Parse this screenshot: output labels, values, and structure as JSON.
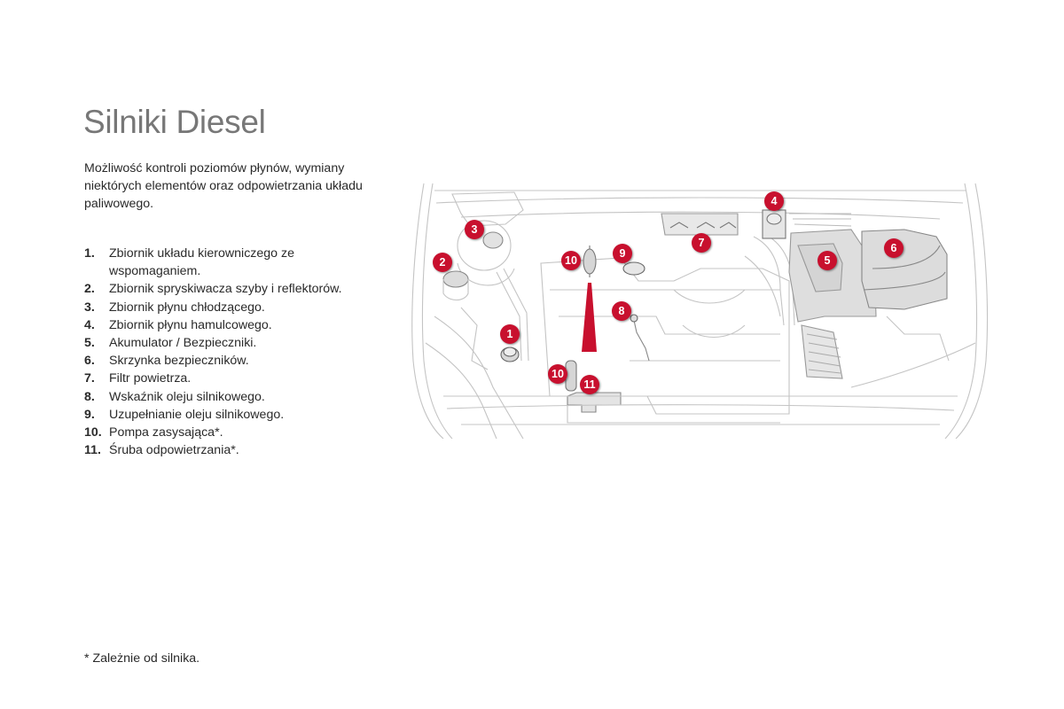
{
  "page": {
    "title": "Silniki Diesel",
    "intro": "Możliwość kontroli poziomów płynów, wymiany niektórych elementów oraz odpowietrzania układu paliwowego.",
    "legend": [
      {
        "num": "1.",
        "text": "Zbiornik układu kierowniczego ze wspomaganiem."
      },
      {
        "num": "2.",
        "text": "Zbiornik spryskiwacza szyby i reflektorów."
      },
      {
        "num": "3.",
        "text": "Zbiornik płynu chłodzącego."
      },
      {
        "num": "4.",
        "text": "Zbiornik płynu hamulcowego."
      },
      {
        "num": "5.",
        "text": "Akumulator / Bezpieczniki."
      },
      {
        "num": "6.",
        "text": "Skrzynka bezpieczników."
      },
      {
        "num": "7.",
        "text": "Filtr powietrza."
      },
      {
        "num": "8.",
        "text": "Wskaźnik oleju silnikowego."
      },
      {
        "num": "9.",
        "text": "Uzupełnianie oleju silnikowego."
      },
      {
        "num": "10.",
        "text": "Pompa zasysająca*."
      },
      {
        "num": "11.",
        "text": "Śruba odpowietrzania*."
      }
    ],
    "footnote": "* Zależnie od silnika."
  },
  "diagram": {
    "label": "engine-compartment-illustration",
    "accent_color": "#c8102e",
    "callouts": [
      "1",
      "2",
      "3",
      "4",
      "5",
      "6",
      "7",
      "8",
      "9",
      "10",
      "10",
      "11"
    ]
  }
}
